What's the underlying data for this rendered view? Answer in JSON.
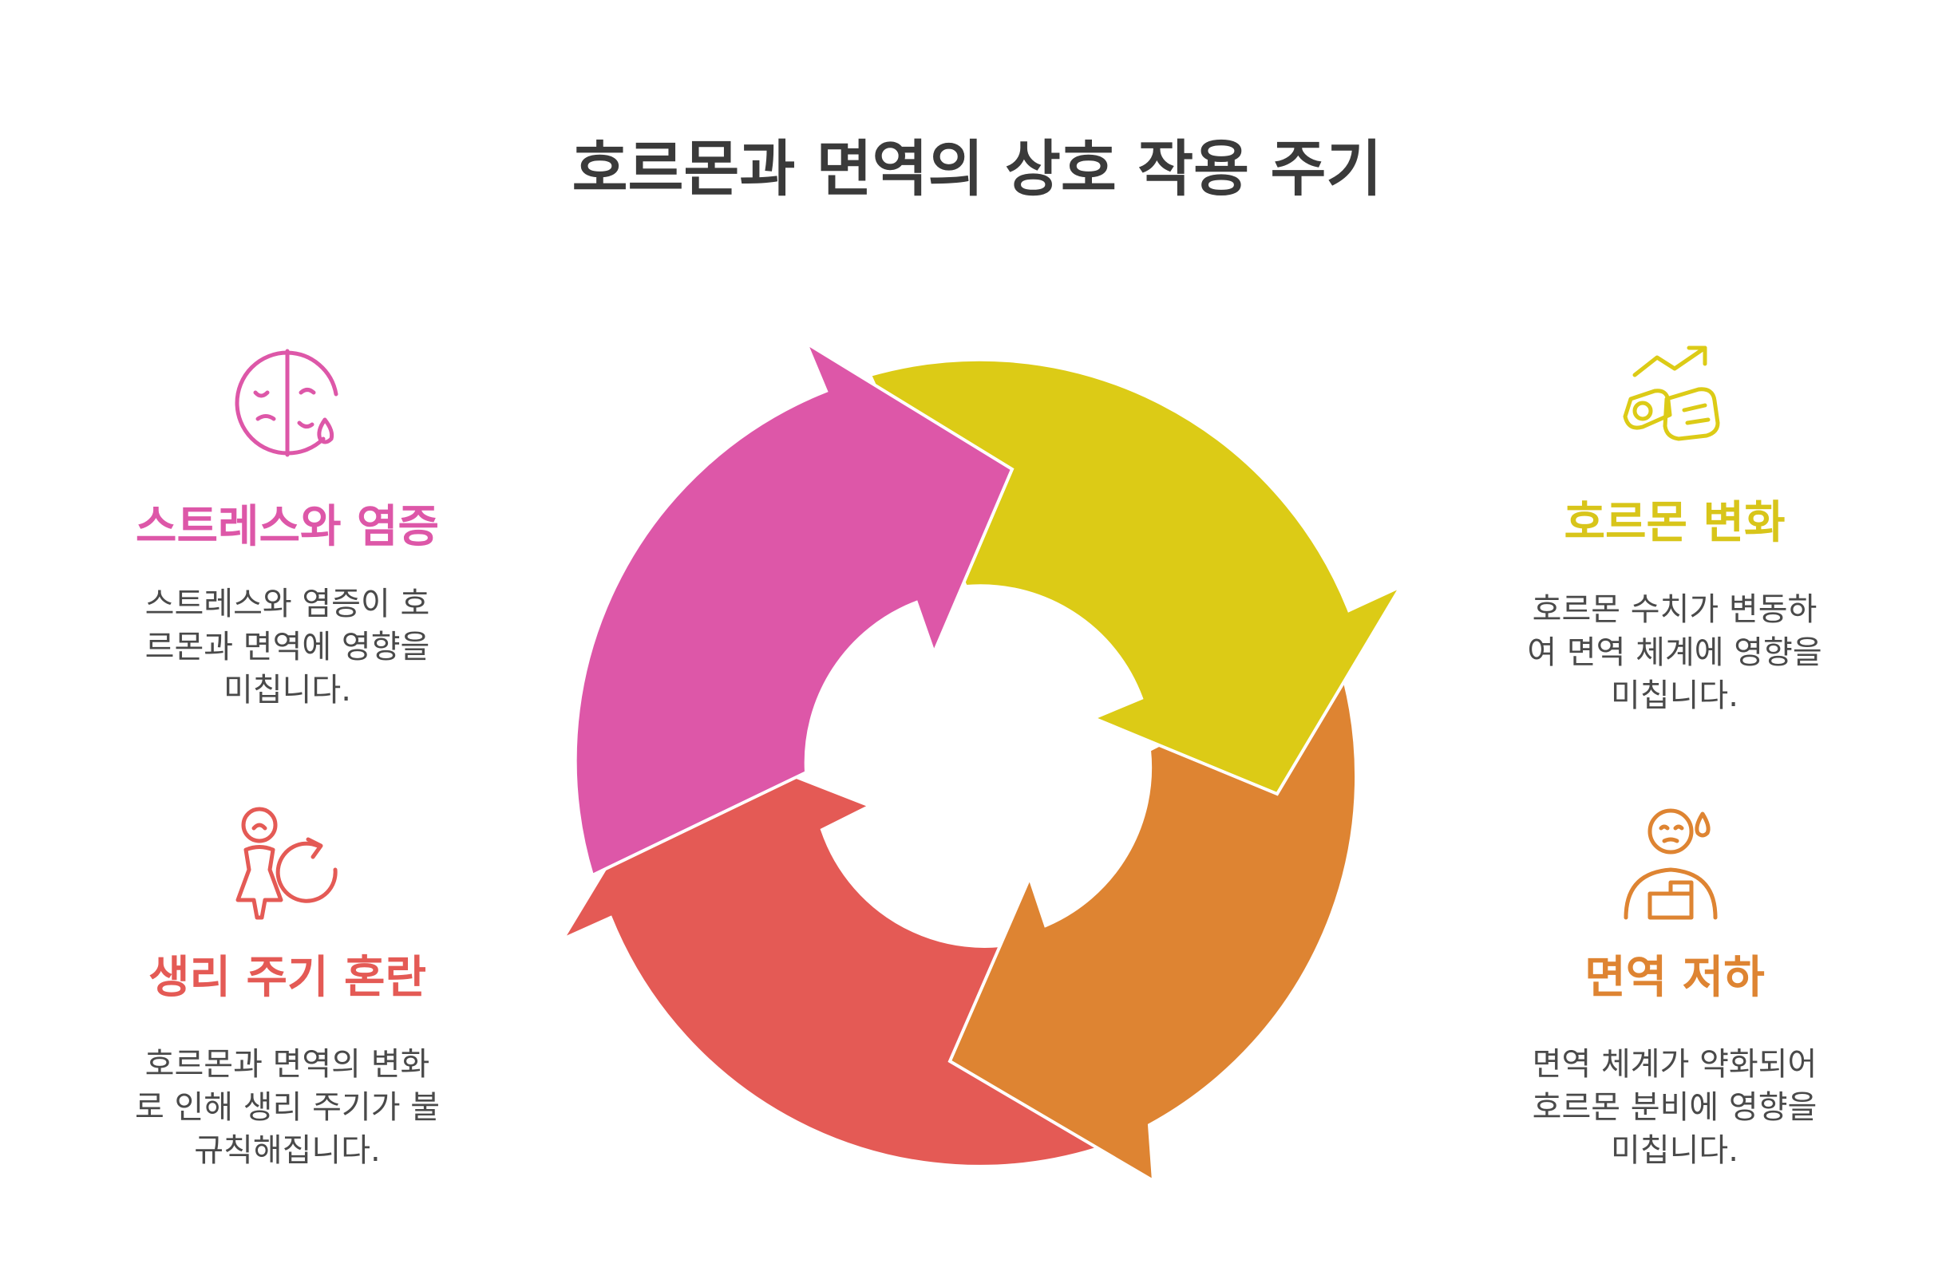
{
  "title": "호르몬과 면역의 상호 작용 주기",
  "colors": {
    "magenta": "#DD57A8",
    "yellow": "#DCCB16",
    "orange": "#DE8432",
    "red": "#E45A55",
    "title_text": "#3a3a3a",
    "body_text": "#4a4a4a"
  },
  "stages": [
    {
      "id": "stress",
      "title": "스트레스와 염증",
      "description_lines": [
        "스트레스와 염증이 호",
        "르몬과 면역에 영향을",
        "미칩니다."
      ],
      "icon": "half-sad-face-tear-icon",
      "color": "#DD57A8"
    },
    {
      "id": "hormone",
      "title": "호르몬 변화",
      "description_lines": [
        "호르몬 수치가 변동하",
        "여 면역 체계에 영향을",
        "미칩니다."
      ],
      "icon": "rising-trend-pills-icon",
      "color": "#C9B917"
    },
    {
      "id": "immune",
      "title": "면역 저하",
      "description_lines": [
        "면역 체계가 약화되어",
        "호르몬 분비에 영향을",
        "미칩니다."
      ],
      "icon": "sick-person-icon",
      "color": "#DE8432"
    },
    {
      "id": "cycle",
      "title": "생리 주기 혼란",
      "description_lines": [
        "호르몬과 면역의 변화",
        "로 인해 생리 주기가 불",
        "규칙해집니다."
      ],
      "icon": "woman-cycle-icon",
      "color": "#E45A55"
    }
  ]
}
